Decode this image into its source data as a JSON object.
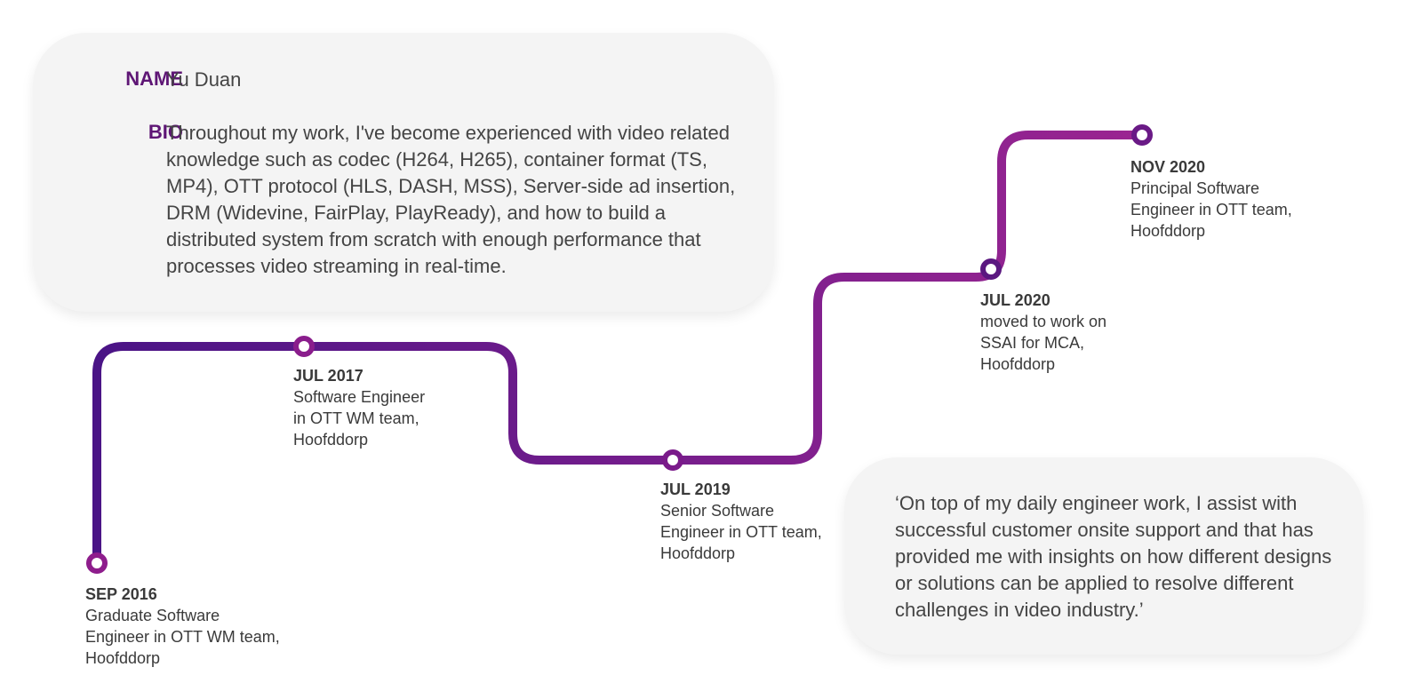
{
  "profile": {
    "name_label": "NAME",
    "name": "Yu Duan",
    "bio_label": "BIO",
    "bio": "Throughout my work, I've become experienced with video related knowledge such as codec (H264, H265), container format (TS, MP4), OTT protocol (HLS, DASH, MSS), Server-side ad insertion, DRM (Widevine, FairPlay, PlayReady), and how to build a distributed system from scratch with enough performance that processes video streaming in real-time."
  },
  "quote": "‘On top of my daily engineer work, I assist with successful customer onsite support and that has provided me with insights on how different designs or solutions can be applied to resolve different challenges in video industry.’",
  "timeline": {
    "milestones": [
      {
        "date": "SEP 2016",
        "description": "Graduate Software\nEngineer in OTT WM team,\nHoofddorp"
      },
      {
        "date": "JUL 2017",
        "description": "Software Engineer\nin OTT WM team,\nHoofddorp"
      },
      {
        "date": "JUL 2019",
        "description": "Senior Software\nEngineer in OTT team,\nHoofddorp"
      },
      {
        "date": "JUL 2020",
        "description": "moved to work on\nSSAI for MCA,\nHoofddorp"
      },
      {
        "date": "NOV 2020",
        "description": "Principal Software\nEngineer in OTT team,\nHoofddorp"
      }
    ]
  },
  "colors": {
    "label_purple": "#5e1675",
    "line_start": "#4a1486",
    "line_end": "#9b2591",
    "card_bg": "#f4f4f4"
  }
}
